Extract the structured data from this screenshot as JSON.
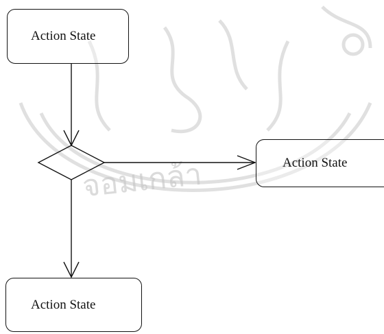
{
  "diagram": {
    "type": "activity-diagram",
    "nodes": [
      {
        "id": "top",
        "label": "Action State"
      },
      {
        "id": "right",
        "label": "Action State"
      },
      {
        "id": "bottom",
        "label": "Action State"
      }
    ],
    "decision": {
      "id": "branch",
      "shape": "diamond"
    },
    "edges": [
      {
        "from": "top",
        "to": "branch"
      },
      {
        "from": "branch",
        "to": "right"
      },
      {
        "from": "branch",
        "to": "bottom"
      }
    ]
  },
  "watermark": {
    "text": "จอมเกล้า",
    "color": "#bdbdbd",
    "kind": "university-seal"
  }
}
